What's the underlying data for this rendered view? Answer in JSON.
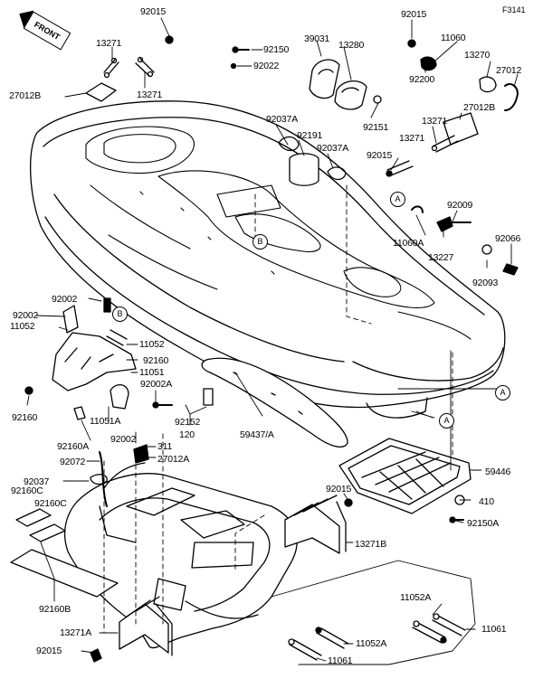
{
  "figure_code": "F3141",
  "front_label": "FRONT",
  "callouts": {
    "a": "A",
    "b": "B"
  },
  "parts": {
    "p92015_top": "92015",
    "p92015_tr": "92015",
    "p92015_mid": "92015",
    "p92015_hull": "92015",
    "p92015_bot": "92015",
    "p13271_tl": "13271",
    "p13271_tl2": "13271",
    "p13271_r": "13271",
    "p13271_r2": "13271",
    "p27012b_l": "27012B",
    "p27012b_r": "27012B",
    "p39031": "39031",
    "p13280": "13280",
    "p11060": "11060",
    "p13270": "13270",
    "p27012": "27012",
    "p92200": "92200",
    "p92150": "92150",
    "p92022": "92022",
    "p92151": "92151",
    "p92037a_1": "92037A",
    "p92037a_2": "92037A",
    "p92191": "92191",
    "p92009": "92009",
    "p11060a": "11060A",
    "p13227": "13227",
    "p92066": "92066",
    "p92093": "92093",
    "p92002_1": "92002",
    "p92002_2": "92002",
    "p92002a": "92002A",
    "p92002_3": "92002",
    "p11052_1": "11052",
    "p11052_2": "11052",
    "p92160_1": "92160",
    "p92160_2": "92160",
    "p11051": "11051",
    "p11051a": "11051A",
    "p92160a": "92160A",
    "p92152": "92152",
    "p120": "120",
    "p59437": "59437/A",
    "p311": "311",
    "p27012a": "27012A",
    "p92072": "92072",
    "p92037": "92037",
    "p92160c_1": "92160C",
    "p92160c_2": "92160C",
    "p59446": "59446",
    "p410": "410",
    "p92150a": "92150A",
    "p13271b": "13271B",
    "p92160b": "92160B",
    "p13271a": "13271A",
    "p11052a_1": "11052A",
    "p11052a_2": "11052A",
    "p11061_1": "11061",
    "p11061_2": "11061"
  }
}
